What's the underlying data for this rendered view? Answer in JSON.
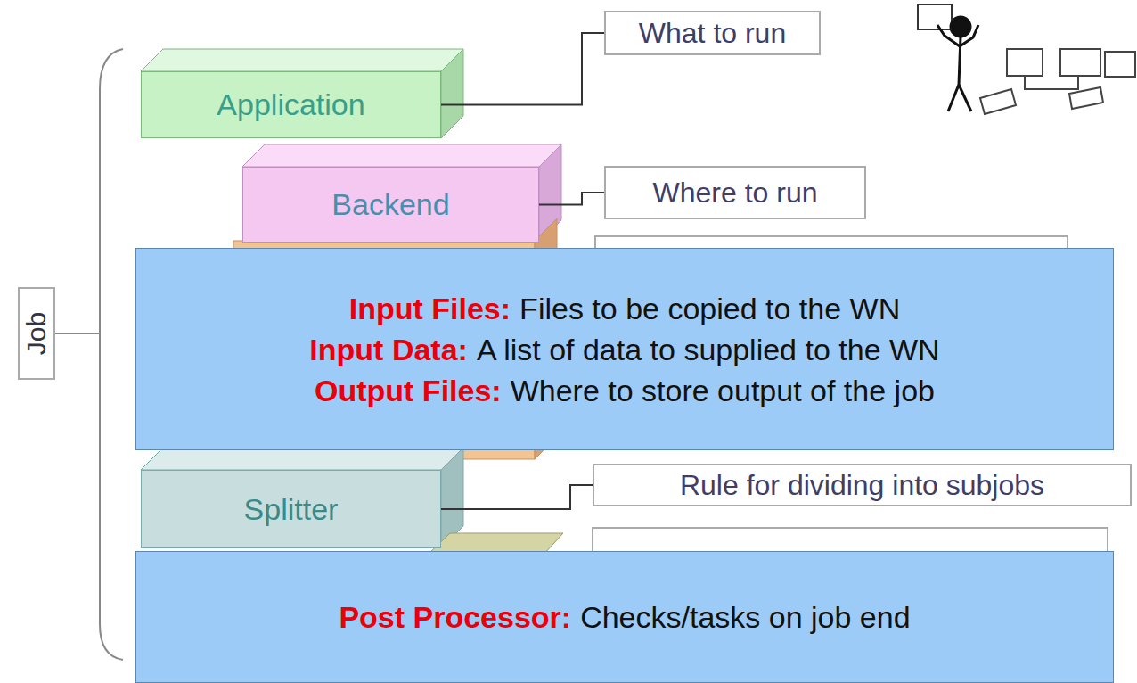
{
  "diagram": {
    "nodes": [
      {
        "text": [
          "Application"
        ]
      },
      {
        "text": [
          "What to run"
        ]
      },
      {
        "text": [
          "Backend"
        ]
      },
      {
        "text": [
          "Where to run"
        ]
      },
      {
        "text": [
          "Job"
        ]
      },
      {
        "text": [
          "Input Files:",
          "Files to be copied to the WN",
          "Input Data:",
          "A list of data to supplied to the WN",
          "Output Files:",
          "Where to store output of the job"
        ]
      },
      {
        "text": [
          "Splitter"
        ]
      },
      {
        "text": [
          "Rule for dividing into subjobs"
        ]
      },
      {
        "text": [
          "Post Processor:",
          "Checks/tasks on job end"
        ]
      }
    ],
    "edges": [
      {
        "from": 0,
        "to": 1,
        "arrow": "none"
      },
      {
        "from": 2,
        "to": 3,
        "arrow": "none"
      },
      {
        "from": 6,
        "to": 7,
        "arrow": "none"
      }
    ]
  }
}
